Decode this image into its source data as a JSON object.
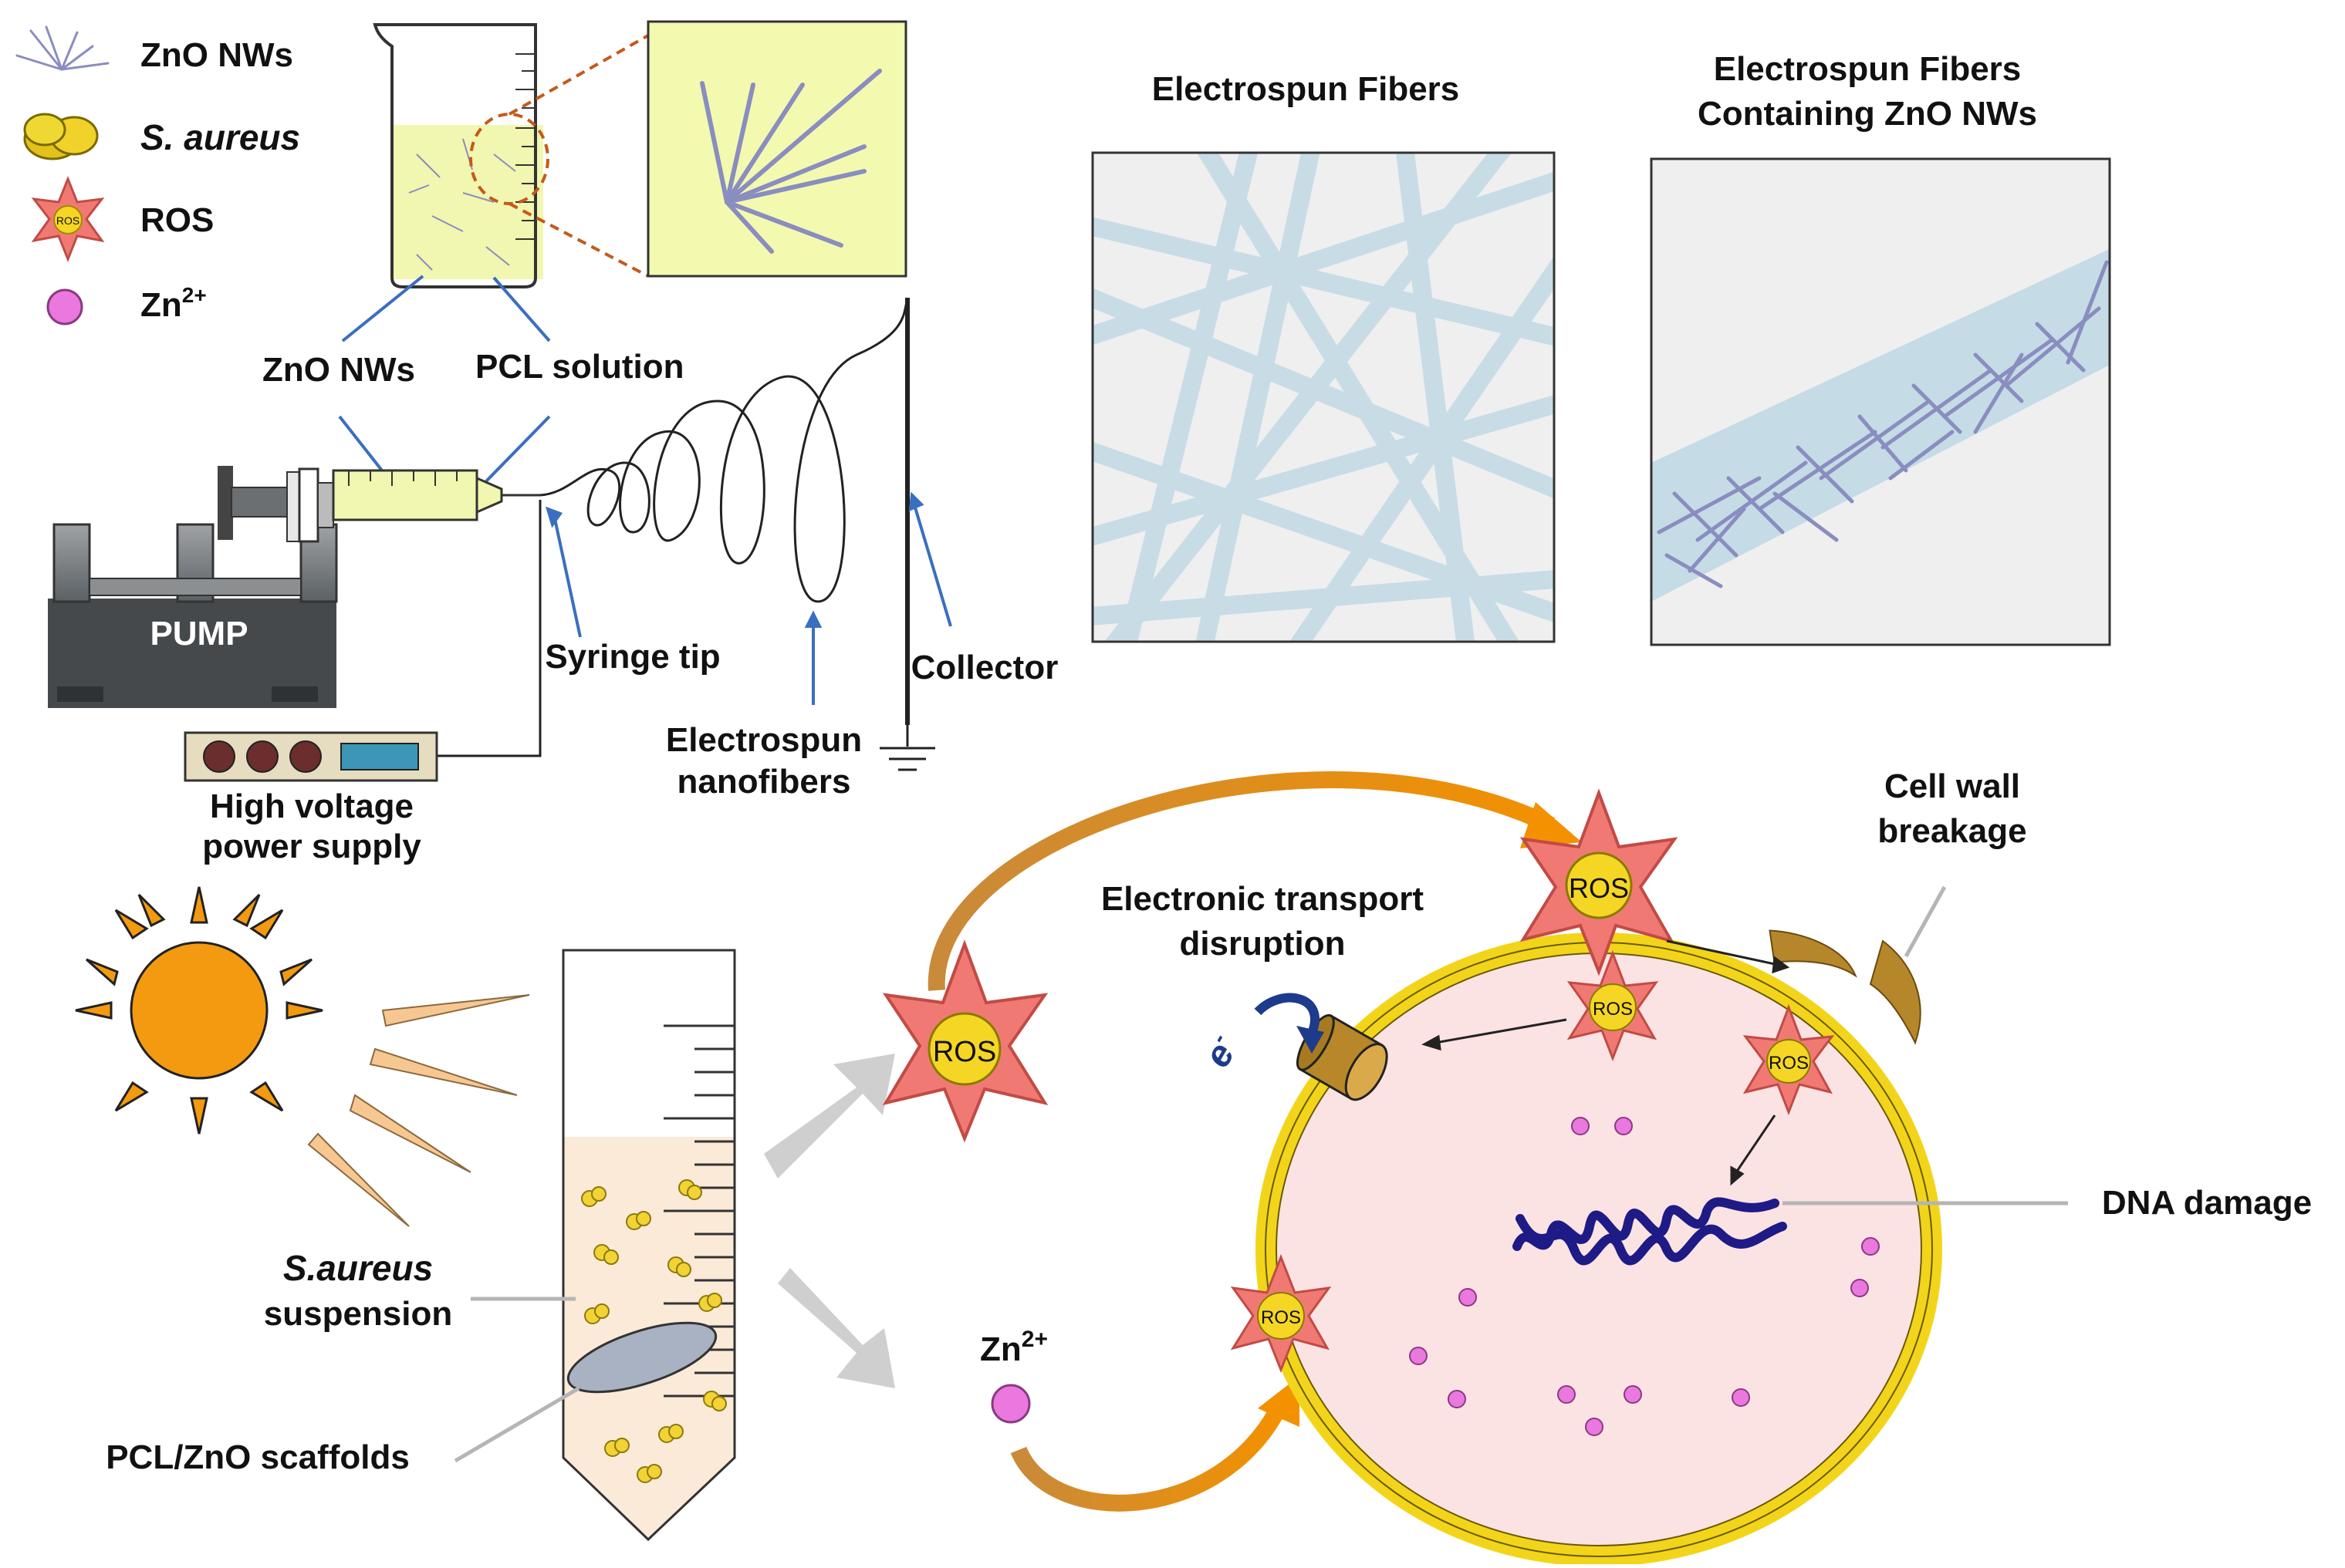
{
  "legend": {
    "znonws": "ZnO NWs",
    "saureus": "S. aureus",
    "ros": "ROS",
    "zn_base": "Zn",
    "zn_sup": "2+"
  },
  "setup": {
    "zno_nws_label": "ZnO NWs",
    "pcl_solution_label": "PCL solution",
    "pump_label": "PUMP",
    "syringe_tip_label": "Syringe  tip",
    "collector_label": "Collector",
    "electrospun_line1": "Electrospun",
    "electrospun_line2": "nanofibers",
    "hv_line1": "High voltage",
    "hv_line2": "power supply"
  },
  "panels": {
    "fibers_title": "Electrospun Fibers",
    "zno_title_line1": "Electrospun Fibers",
    "zno_title_line2": "Containing ZnO NWs"
  },
  "mechanism": {
    "saureus_line1": "S.aureus",
    "saureus_line2": "suspension",
    "scaffold_label": "PCL/ZnO scaffolds",
    "ros_text": "ROS",
    "zn_base": "Zn",
    "zn_sup": "2+",
    "etd_line1": "Electronic transport",
    "etd_line2": "disruption",
    "electron": "e",
    "electron_sup": "-",
    "cellwall_line1": "Cell wall",
    "cellwall_line2": "breakage",
    "dna_label": "DNA damage"
  },
  "colors": {
    "fiber": "#c5dbe6",
    "ros_fill": "#f07a73",
    "ros_core": "#f5d624",
    "zn_ion": "#ea78df",
    "cell_wall": "#f2d51a",
    "cell_interior": "#fbe3e3",
    "dna": "#1e1a86",
    "arrow_orange": "#f08a00",
    "arrow_gray": "#cfcfcf",
    "solution": "#f1f6b0",
    "sun": "#f39a10",
    "pump": "#555a5e"
  }
}
